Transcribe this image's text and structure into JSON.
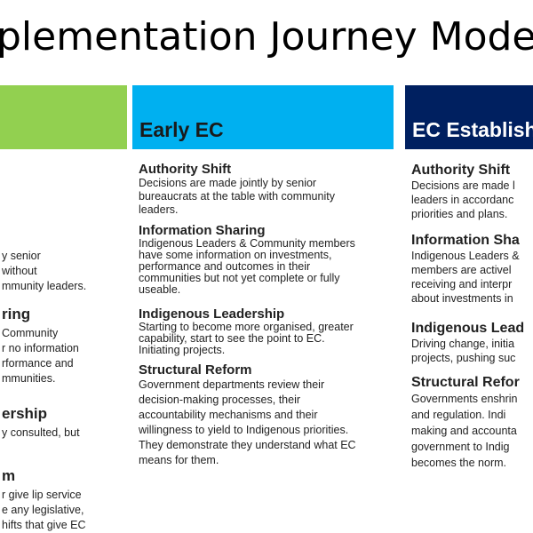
{
  "title": "plementation Journey Model",
  "columns": [
    {
      "header": "",
      "sections": [
        {
          "title": "",
          "lines": [
            "y senior",
            "without",
            "mmunity leaders."
          ]
        },
        {
          "title": "ring",
          "lines": [
            "Community",
            "r no information",
            "rformance and",
            "mmunities."
          ]
        },
        {
          "title": "ership",
          "lines": [
            "y consulted, but"
          ]
        },
        {
          "title": "m",
          "lines": [
            "r give lip service",
            "e any legislative,",
            "hifts that give EC"
          ]
        }
      ]
    },
    {
      "header": "Early EC",
      "sections": [
        {
          "title": "Authority Shift",
          "lines": [
            "Decisions are made jointly by senior",
            "bureaucrats at the table with community",
            "leaders."
          ]
        },
        {
          "title": "Information Sharing",
          "lines": [
            "Indigenous Leaders & Community members",
            "have some information on investments,",
            "performance and outcomes in their",
            "communities but not yet complete or fully",
            "useable."
          ]
        },
        {
          "title": "Indigenous Leadership",
          "lines": [
            "Starting to become more organised, greater",
            "capability, start to see the point to EC.",
            "Initiating projects."
          ]
        },
        {
          "title": "Structural Reform",
          "lines": [
            "Government departments review their",
            "decision-making processes, their",
            "accountability mechanisms and their",
            "willingness to yield to Indigenous priorities.",
            "They demonstrate they understand what EC",
            "means for them."
          ]
        }
      ]
    },
    {
      "header": "EC Establish",
      "sections": [
        {
          "title": "Authority Shift",
          "lines": [
            "Decisions are made l",
            "leaders in accordanc",
            "priorities and plans."
          ]
        },
        {
          "title": "Information Sha",
          "lines": [
            "Indigenous Leaders &",
            "members are activel",
            "receiving and interpr",
            "about investments in"
          ]
        },
        {
          "title": "Indigenous Lead",
          "lines": [
            "Driving change, initia",
            "projects, pushing suc"
          ]
        },
        {
          "title": "Structural Refor",
          "lines": [
            "Governments enshrin",
            "and regulation.  Indi",
            "making and accounta",
            "government to Indig",
            "becomes the norm."
          ]
        }
      ]
    }
  ],
  "colors": {
    "green": "#92d050",
    "cyan": "#00b0f0",
    "navy": "#002060"
  }
}
